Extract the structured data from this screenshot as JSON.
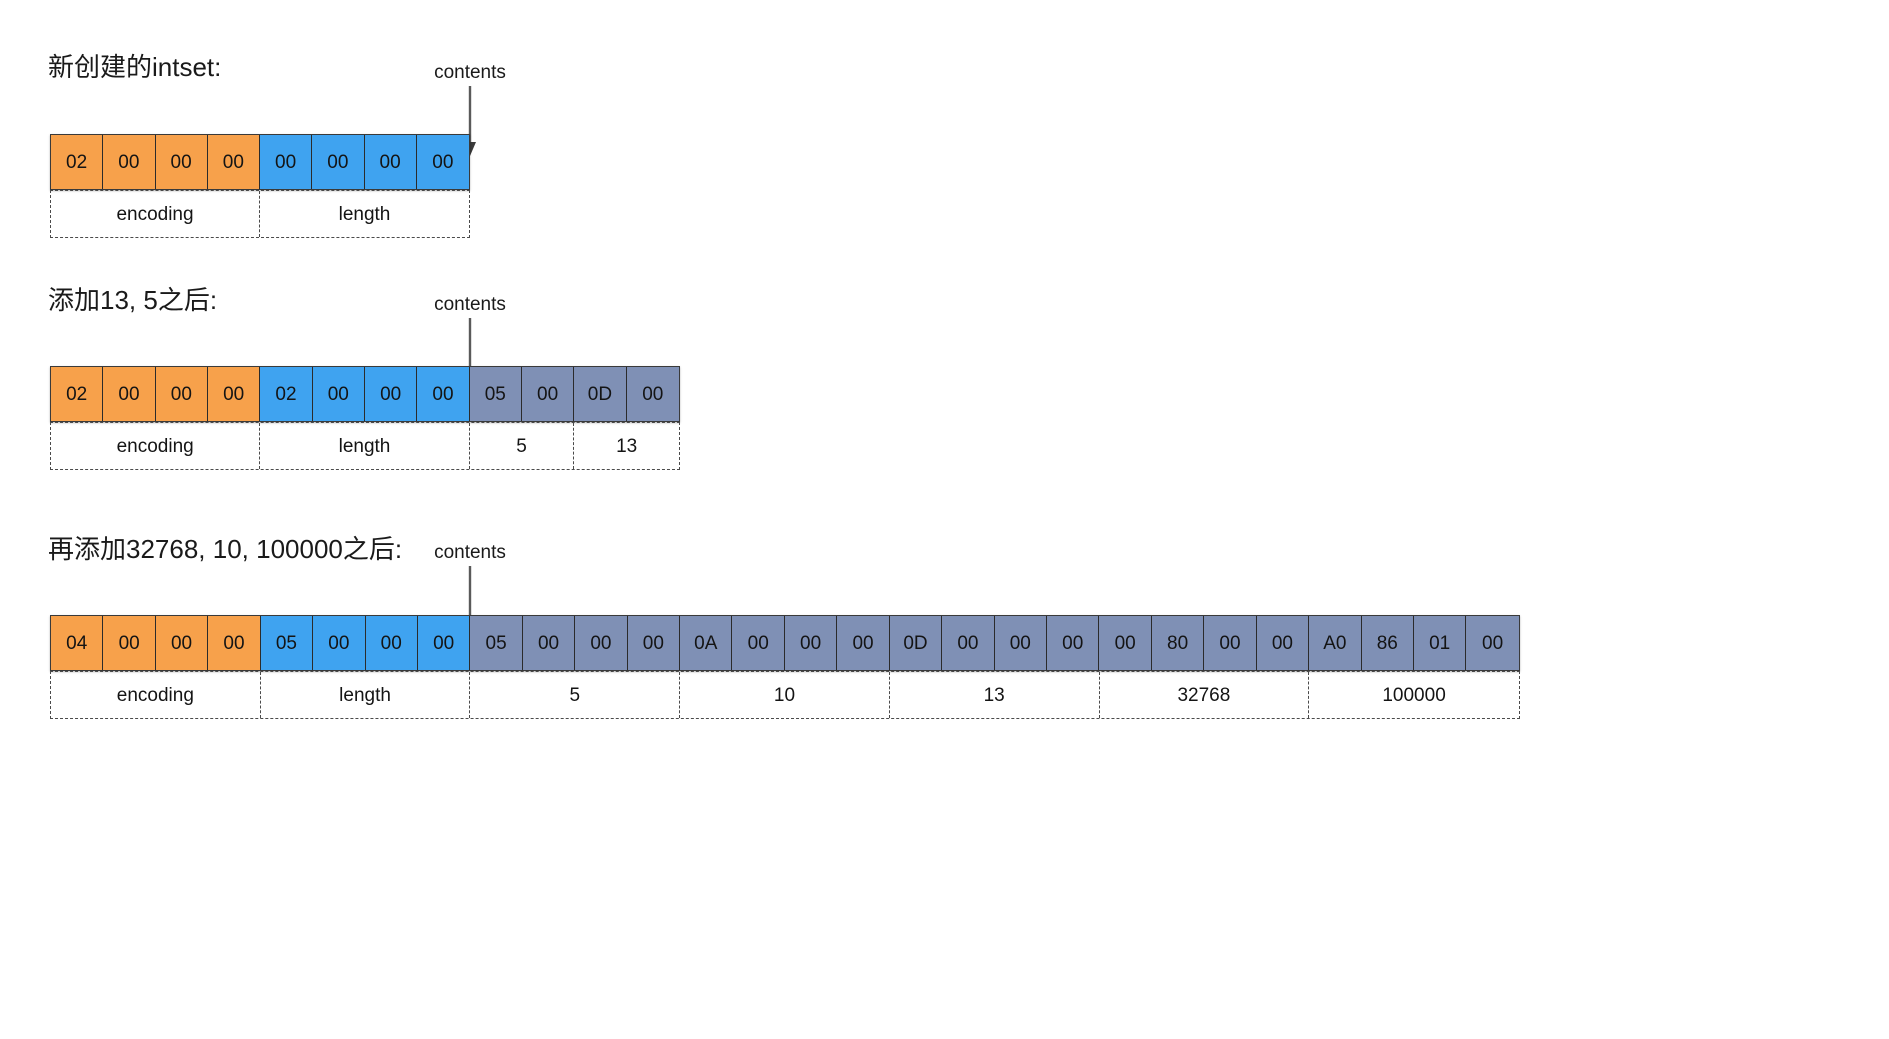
{
  "diagram": {
    "title_color": "#1a1a1a",
    "colors": {
      "encoding": "#f7a14b",
      "length": "#3fa3f0",
      "contents": "#7f90b5",
      "border": "#2b2b2b",
      "dashed": "#4a4a4a",
      "arrow": "#5a5a5a",
      "background": "#ffffff"
    },
    "pointer_label": "contents",
    "sections": [
      {
        "id": "new-intset",
        "title": "新创建的intset:",
        "cells": [
          {
            "text": "02",
            "kind": "encoding"
          },
          {
            "text": "00",
            "kind": "encoding"
          },
          {
            "text": "00",
            "kind": "encoding"
          },
          {
            "text": "00",
            "kind": "encoding"
          },
          {
            "text": "00",
            "kind": "length"
          },
          {
            "text": "00",
            "kind": "length"
          },
          {
            "text": "00",
            "kind": "length"
          },
          {
            "text": "00",
            "kind": "length"
          }
        ],
        "bands": [
          {
            "label": "encoding",
            "span": 4
          },
          {
            "label": "length",
            "span": 4
          }
        ]
      },
      {
        "id": "after-add-13-5",
        "title": "添加13, 5之后:",
        "cells": [
          {
            "text": "02",
            "kind": "encoding"
          },
          {
            "text": "00",
            "kind": "encoding"
          },
          {
            "text": "00",
            "kind": "encoding"
          },
          {
            "text": "00",
            "kind": "encoding"
          },
          {
            "text": "02",
            "kind": "length"
          },
          {
            "text": "00",
            "kind": "length"
          },
          {
            "text": "00",
            "kind": "length"
          },
          {
            "text": "00",
            "kind": "length"
          },
          {
            "text": "05",
            "kind": "contents"
          },
          {
            "text": "00",
            "kind": "contents"
          },
          {
            "text": "0D",
            "kind": "contents"
          },
          {
            "text": "00",
            "kind": "contents"
          }
        ],
        "bands": [
          {
            "label": "encoding",
            "span": 4
          },
          {
            "label": "length",
            "span": 4
          },
          {
            "label": "5",
            "span": 2
          },
          {
            "label": "13",
            "span": 2
          }
        ]
      },
      {
        "id": "after-add-32768-10-100000",
        "title": "再添加32768, 10, 100000之后:",
        "cells": [
          {
            "text": "04",
            "kind": "encoding"
          },
          {
            "text": "00",
            "kind": "encoding"
          },
          {
            "text": "00",
            "kind": "encoding"
          },
          {
            "text": "00",
            "kind": "encoding"
          },
          {
            "text": "05",
            "kind": "length"
          },
          {
            "text": "00",
            "kind": "length"
          },
          {
            "text": "00",
            "kind": "length"
          },
          {
            "text": "00",
            "kind": "length"
          },
          {
            "text": "05",
            "kind": "contents"
          },
          {
            "text": "00",
            "kind": "contents"
          },
          {
            "text": "00",
            "kind": "contents"
          },
          {
            "text": "00",
            "kind": "contents"
          },
          {
            "text": "0A",
            "kind": "contents"
          },
          {
            "text": "00",
            "kind": "contents"
          },
          {
            "text": "00",
            "kind": "contents"
          },
          {
            "text": "00",
            "kind": "contents"
          },
          {
            "text": "0D",
            "kind": "contents"
          },
          {
            "text": "00",
            "kind": "contents"
          },
          {
            "text": "00",
            "kind": "contents"
          },
          {
            "text": "00",
            "kind": "contents"
          },
          {
            "text": "00",
            "kind": "contents"
          },
          {
            "text": "80",
            "kind": "contents"
          },
          {
            "text": "00",
            "kind": "contents"
          },
          {
            "text": "00",
            "kind": "contents"
          },
          {
            "text": "A0",
            "kind": "contents"
          },
          {
            "text": "86",
            "kind": "contents"
          },
          {
            "text": "01",
            "kind": "contents"
          },
          {
            "text": "00",
            "kind": "contents"
          }
        ],
        "bands": [
          {
            "label": "encoding",
            "span": 4
          },
          {
            "label": "length",
            "span": 4
          },
          {
            "label": "5",
            "span": 4
          },
          {
            "label": "10",
            "span": 4
          },
          {
            "label": "13",
            "span": 4
          },
          {
            "label": "32768",
            "span": 4
          },
          {
            "label": "100000",
            "span": 4
          }
        ]
      }
    ]
  }
}
